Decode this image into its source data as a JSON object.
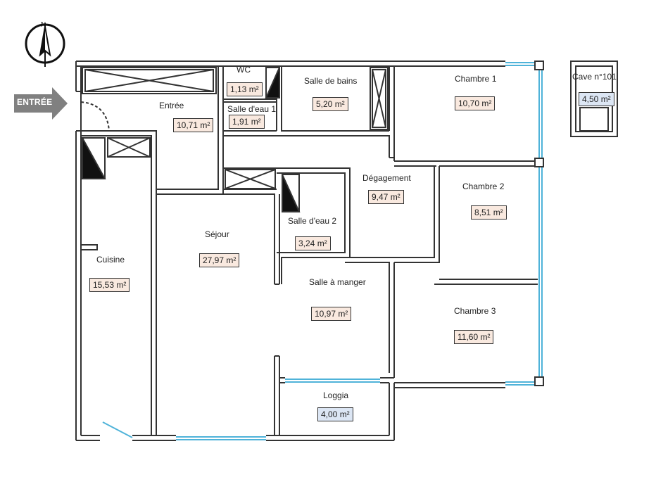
{
  "entry_label": "ENTRÉE",
  "compass_letter": "N",
  "colors": {
    "wall": "#333333",
    "window": "#4fb3d9",
    "area_fill": "#f9e9df",
    "area_fill_blue": "#dce6f4",
    "arrow": "#808080"
  },
  "rooms": {
    "wc": {
      "name": "WC",
      "area": "1,13 m²"
    },
    "salle_eau_1": {
      "name": "Salle d'eau 1",
      "area": "1,91 m²"
    },
    "salle_bains": {
      "name": "Salle de bains",
      "area": "5,20 m²"
    },
    "chambre_1": {
      "name": "Chambre 1",
      "area": "10,70 m²"
    },
    "cave": {
      "name": "Cave n°101",
      "area": "4,50 m²"
    },
    "entree": {
      "name": "Entrée",
      "area": "10,71 m²"
    },
    "degagement": {
      "name": "Dégagement",
      "area": "9,47 m²"
    },
    "chambre_2": {
      "name": "Chambre 2",
      "area": "8,51 m²"
    },
    "sejour": {
      "name": "Séjour",
      "area": "27,97 m²"
    },
    "salle_eau_2": {
      "name": "Salle d'eau 2",
      "area": "3,24 m²"
    },
    "cuisine": {
      "name": "Cuisine",
      "area": "15,53 m²"
    },
    "salle_manger": {
      "name": "Salle à manger",
      "area": "10,97 m²"
    },
    "chambre_3": {
      "name": "Chambre 3",
      "area": "11,60 m²"
    },
    "loggia": {
      "name": "Loggia",
      "area": "4,00 m²"
    }
  }
}
